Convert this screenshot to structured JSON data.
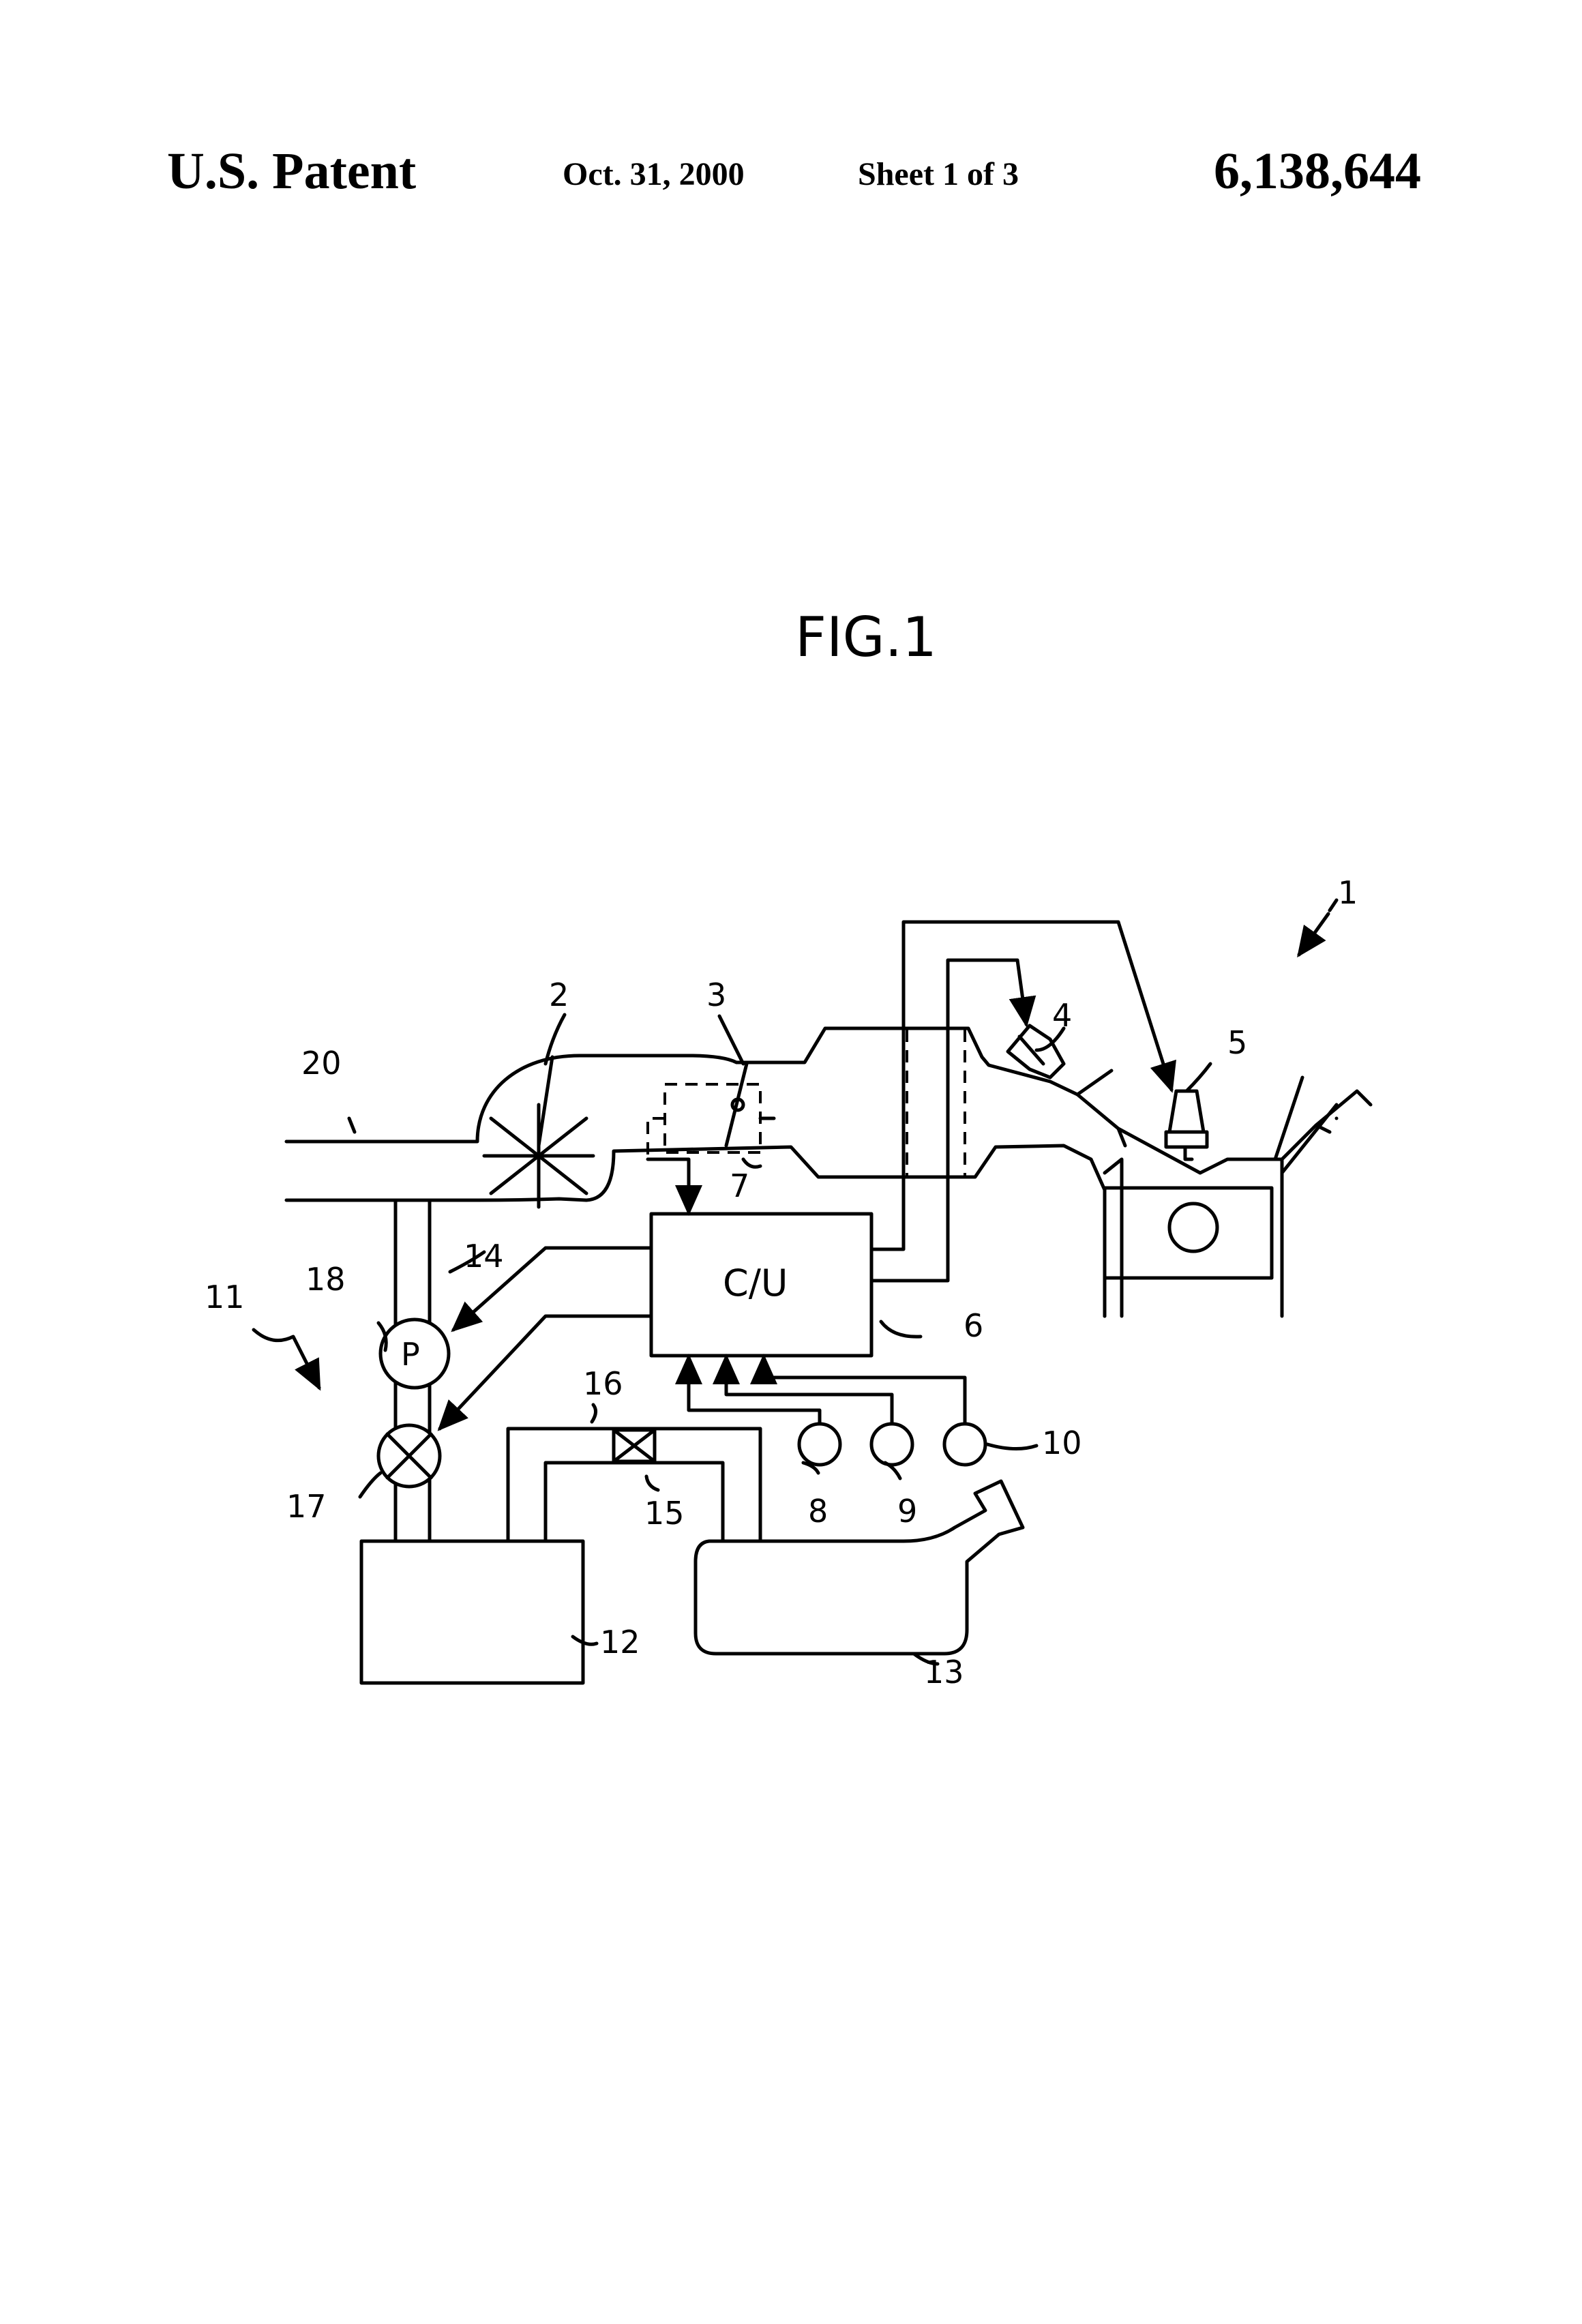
{
  "header": {
    "left": "U.S. Patent",
    "date": "Oct. 31, 2000",
    "sheet": "Sheet 1 of 3",
    "number": "6,138,644"
  },
  "figure": {
    "title": "FIG.1",
    "control_unit_label": "C/U",
    "sensor_box_label": "P",
    "labels": {
      "n1": "1",
      "n2": "2",
      "n3": "3",
      "n4": "4",
      "n5": "5",
      "n6": "6",
      "n7": "7",
      "n8": "8",
      "n9": "9",
      "n10": "10",
      "n11": "11",
      "n12": "12",
      "n13": "13",
      "n14": "14",
      "n15": "15",
      "n16": "16",
      "n17": "17",
      "n18": "18",
      "n20": "20"
    }
  },
  "colors": {
    "ink": "#000000",
    "paper": "#ffffff"
  }
}
